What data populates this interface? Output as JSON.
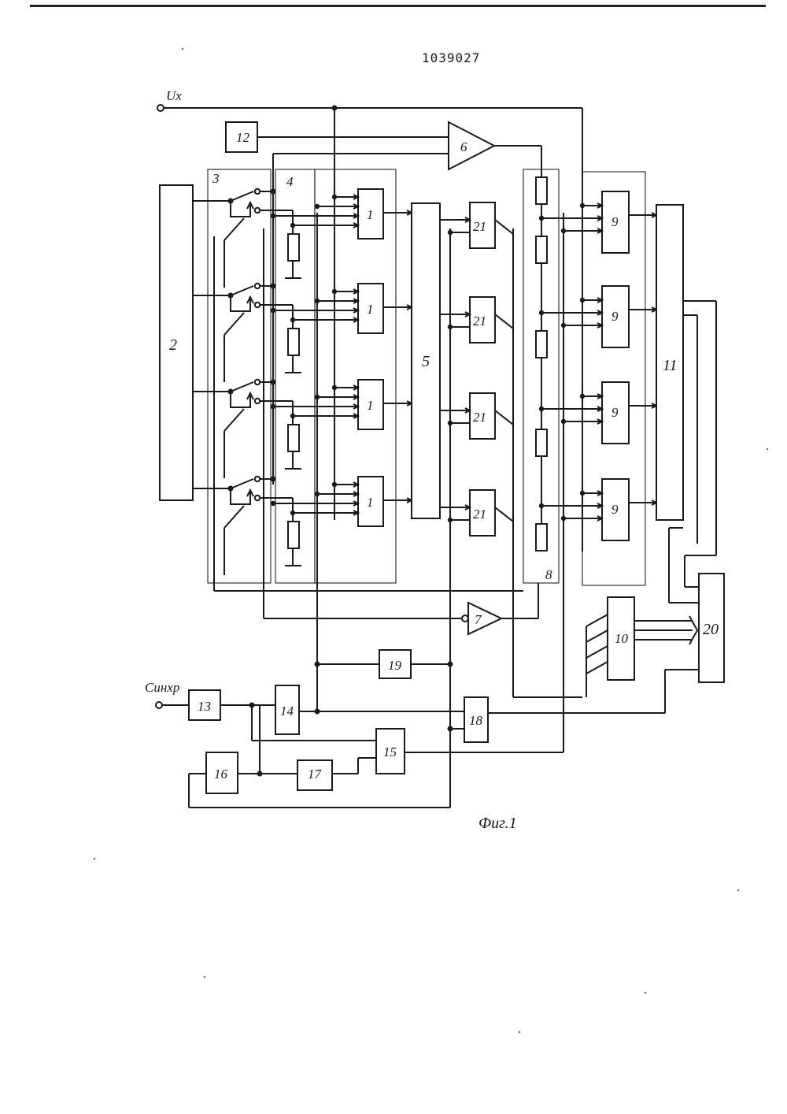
{
  "document": {
    "patent_number": "1039027",
    "figure_caption": "Фиг.1"
  },
  "diagram": {
    "input_ux": "Uх",
    "input_sync": "Синхр",
    "block_labels": {
      "b1": "1",
      "b2": "2",
      "b3": "3",
      "b4": "4",
      "b5": "5",
      "b6": "6",
      "b7": "7",
      "b8": "8",
      "b9": "9",
      "b10": "10",
      "b11": "11",
      "b12": "12",
      "b13": "13",
      "b14": "14",
      "b15": "15",
      "b16": "16",
      "b17": "17",
      "b18": "18",
      "b19": "19",
      "b20": "20",
      "b21": "21"
    }
  }
}
